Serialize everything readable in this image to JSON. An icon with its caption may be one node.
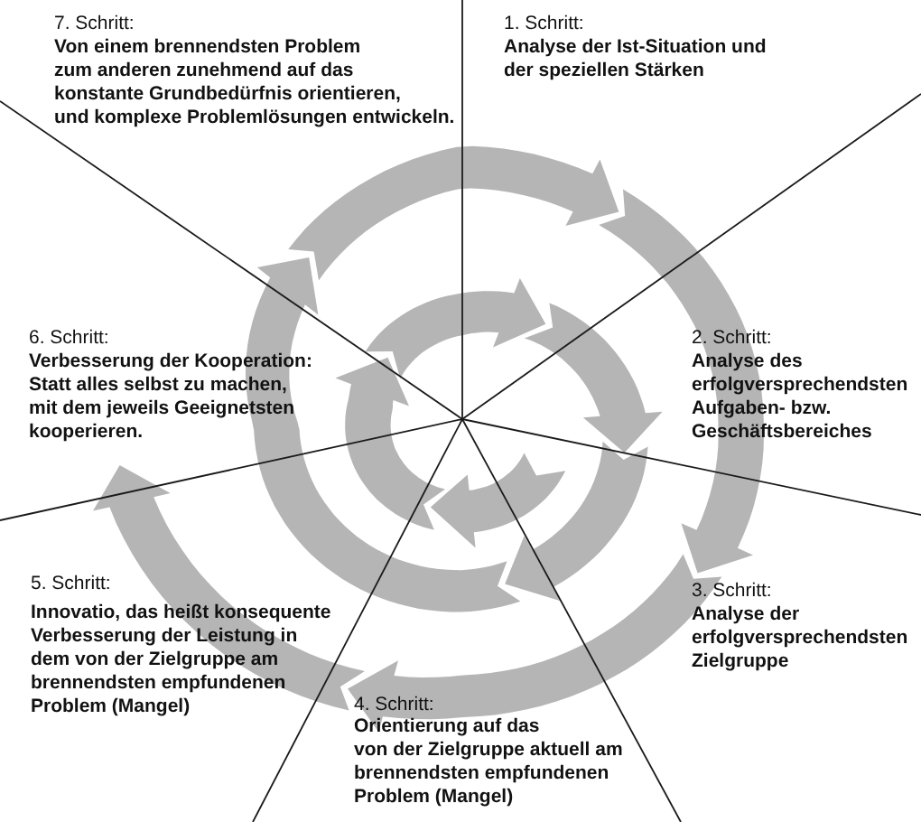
{
  "diagram": {
    "labels": [
      "7. Schritt:",
      "Von einem brennendsten Problem zum anderen zunehmend auf das konstante Grundbedürfnis orientieren, und komplexe Problemlösungen entwickeln.",
      "1. Schritt:",
      "Analyse der Ist-Situation und der speziellen Stärken",
      "6. Schritt:",
      "Verbesserung der Kooperation: Statt alles selbst zu machen, mit dem jeweils Geeignetsten kooperieren.",
      "2. Schritt:",
      "Analyse des erfolgversprechendsten Aufgaben- bzw. Geschäftsbereiches",
      "5. Schritt:",
      "Innovatio, das heißt konsequente Verbesserung der Leistung in dem von der Zielgruppe am brennendsten empfundenen Problem (Mangel)",
      "3. Schritt:",
      "Analyse der erfolgversprechendsten Zielgruppe",
      "4. Schritt:",
      "Orientierung auf das von der Zielgruppe aktuell am brennendsten empfundenen Problem (Mangel)"
    ]
  }
}
